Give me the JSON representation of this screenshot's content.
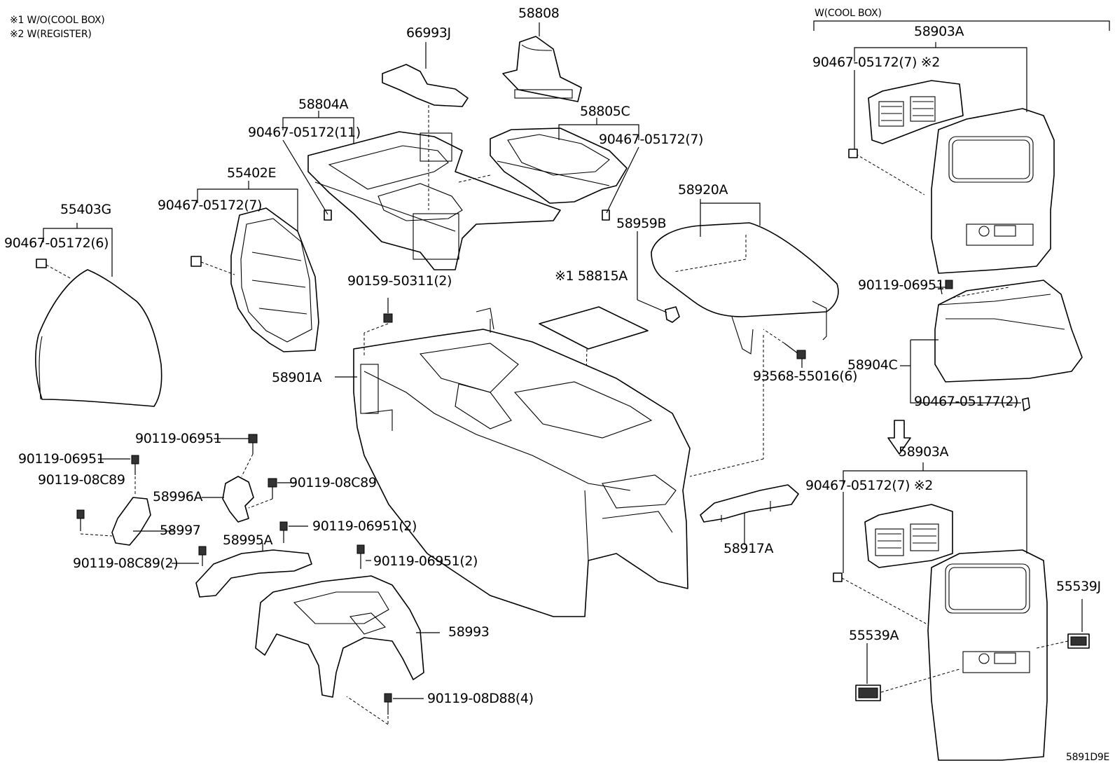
{
  "notes": {
    "note1": "※1 W/O(COOL BOX)",
    "note2": "※2 W(REGISTER)",
    "variant": "W(COOL BOX)"
  },
  "labels": {
    "p58808": "58808",
    "p66993J": "66993J",
    "p58804A": "58804A",
    "p58804A_screw": "90467-05172(11)",
    "p58805C": "58805C",
    "p58805C_screw": "90467-05172(7)",
    "p55402E": "55402E",
    "p55402E_screw": "90467-05172(7)",
    "p55403G": "55403G",
    "p55403G_screw": "90467-05172(6)",
    "p58920A": "58920A",
    "p58959B": "58959B",
    "p90159": "90159-50311(2)",
    "p58815A": "※1 58815A",
    "p58901A": "58901A",
    "p93568": "93568-55016(6)",
    "p58903A_top": "58903A",
    "p58903A_top_screw": "90467-05172(7) ※2",
    "p90119_06951_r": "90119-06951",
    "p58904C": "58904C",
    "p90467_05177": "90467-05177(2)",
    "p58903A_bot": "58903A",
    "p58903A_bot_screw": "90467-05172(7) ※2",
    "p55539J": "55539J",
    "p55539A": "55539A",
    "p90119_06951_a": "90119-06951",
    "p90119_06951_b": "90119-06951",
    "p90119_08C89_a": "90119-08C89",
    "p58996A": "58996A",
    "p90119_08C89_b": "90119-08C89",
    "p58997": "58997",
    "p58995A": "58995A",
    "p90119_06951_2a": "90119-06951(2)",
    "p90119_08C89_2": "90119-08C89(2)",
    "p90119_06951_2b": "90119-06951(2)",
    "p58993": "58993",
    "p58917A": "58917A",
    "p90119_08D88": "90119-08D88(4)",
    "code": "5891D9E"
  }
}
